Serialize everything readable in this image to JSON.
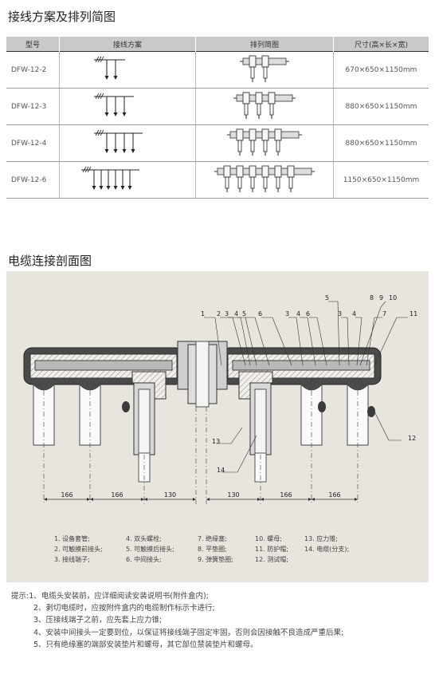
{
  "section1": {
    "title": "接线方案及排列简图"
  },
  "table": {
    "headers": [
      "型号",
      "接线方案",
      "排列简图",
      "尺寸(高×长×宽)"
    ],
    "rows": [
      {
        "model": "DFW-12-2",
        "dims": "670×650×1150mm",
        "outputs": 2
      },
      {
        "model": "DFW-12-3",
        "dims": "880×650×1150mm",
        "outputs": 3
      },
      {
        "model": "DFW-12-4",
        "dims": "880×650×1150mm",
        "outputs": 4
      },
      {
        "model": "DFW-12-6",
        "dims": "1150×650×1150mm",
        "outputs": 6
      }
    ]
  },
  "section2": {
    "title": "电缆连接剖面图"
  },
  "diagram": {
    "callouts": [
      "1",
      "2",
      "3",
      "4",
      "5",
      "6",
      "3",
      "4",
      "6",
      "5",
      "3",
      "4",
      "8",
      "9",
      "10",
      "7",
      "11",
      "12",
      "13",
      "14"
    ],
    "dimensions": [
      "166",
      "166",
      "130",
      "130",
      "166",
      "166"
    ],
    "legend": [
      [
        "1. 设备套管;",
        "4. 双头螺栓;",
        "7. 绝缘塞;",
        "10. 螺母;",
        "13. 应力锥;"
      ],
      [
        "2. 可触摸前接头;",
        "5. 可触摸后接头;",
        "8. 平垫圈;",
        "11. 防护帽;",
        "14. 电缆(分支);"
      ],
      [
        "3. 接线端子;",
        "6. 中间接头;",
        "9. 弹簧垫圈;",
        "12. 测试帽;",
        ""
      ]
    ]
  },
  "notes": [
    "提示:1、电缆头安装前，应详细阅读安装说明书(附件盒内);",
    "2、剥切电缆时，应按附件盒内的电缆制作标示卡进行;",
    "3、压接线端子之前，应先套上应力锥;",
    "4、安装中间接头一定要到位，以保证将接线端子固定牢固，否则会因接触不良造成严重后果;",
    "5、只有绝缘塞的端部安装垫片和螺母，其它部位禁装垫片和螺母。"
  ]
}
